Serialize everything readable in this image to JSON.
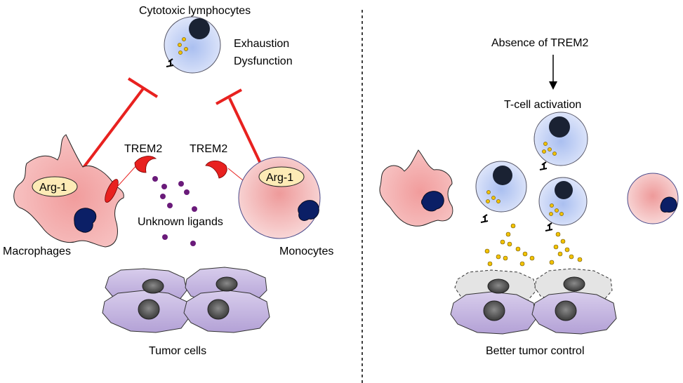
{
  "labels": {
    "cytotoxic": "Cytotoxic lymphocytes",
    "exhaustion": "Exhaustion",
    "dysfunction": "Dysfunction",
    "trem2_left": "TREM2",
    "trem2_right": "TREM2",
    "arg1_left": "Arg-1",
    "arg1_right": "Arg-1",
    "unknown_ligands": "Unknown ligands",
    "macrophages": "Macrophages",
    "monocytes": "Monocytes",
    "tumor_cells": "Tumor cells",
    "absence_trem2": "Absence of TREM2",
    "tcell_activation": "T-cell activation",
    "better_control": "Better tumor control"
  },
  "colors": {
    "inhibition": "#e8211f",
    "macrophage": "#f3b3b3",
    "lymphocyte": "#c7d3f5",
    "tumor": "#c8b8e0",
    "nucleus_dark": "#0b1f66",
    "granule": "#f2c200",
    "ligand": "#6a1b7a",
    "arg1": "#fdebb6"
  }
}
